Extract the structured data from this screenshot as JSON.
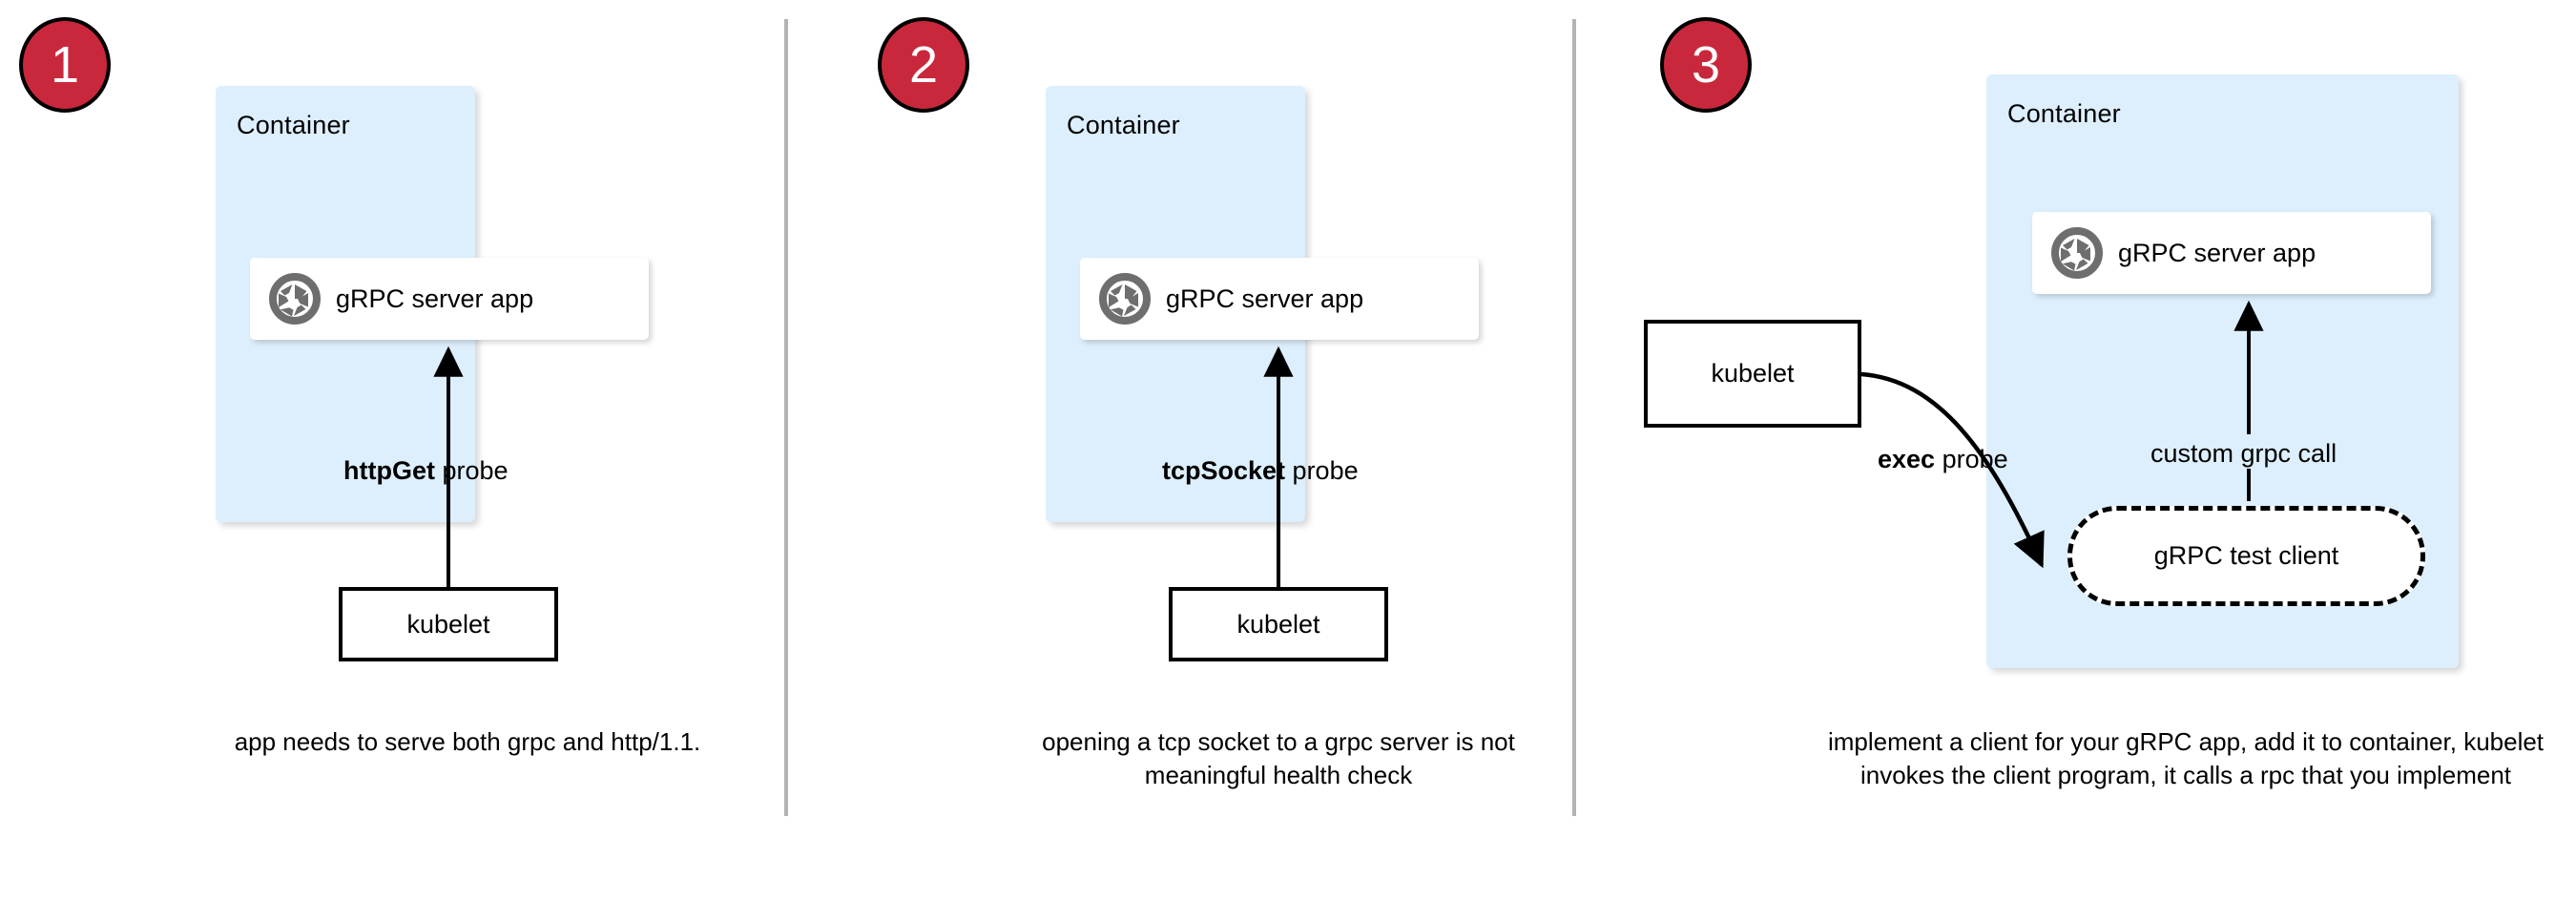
{
  "theme": {
    "badge_fill": "#c9283c",
    "badge_text": "#ffffff",
    "container_fill": "#ddeffc",
    "app_box_fill": "#ffffff",
    "icon_color": "#6e6e6e",
    "stroke": "#000000",
    "divider": "#b3b3b3",
    "background": "#ffffff"
  },
  "panels": [
    {
      "number": "1",
      "container_label": "Container",
      "app_label": "gRPC server app",
      "app_icon": "grpc-aperture-icon",
      "probe_label_bold": "httpGet",
      "probe_label_rest": " probe",
      "kubelet_label": "kubelet",
      "caption": "app needs to serve both grpc and http/1.1."
    },
    {
      "number": "2",
      "container_label": "Container",
      "app_label": "gRPC server app",
      "app_icon": "grpc-aperture-icon",
      "probe_label_bold": "tcpSocket",
      "probe_label_rest": " probe",
      "kubelet_label": "kubelet",
      "caption": "opening a tcp socket to a grpc server is not meaningful health check"
    },
    {
      "number": "3",
      "container_label": "Container",
      "app_label": "gRPC server app",
      "app_icon": "grpc-aperture-icon",
      "probe_label_bold": "exec",
      "probe_label_rest": " probe",
      "call_label": "custom grpc call",
      "client_label": "gRPC test client",
      "kubelet_label": "kubelet",
      "caption": "implement a client for your gRPC app, add it to container, kubelet invokes the client program, it calls a rpc that you implement"
    }
  ]
}
